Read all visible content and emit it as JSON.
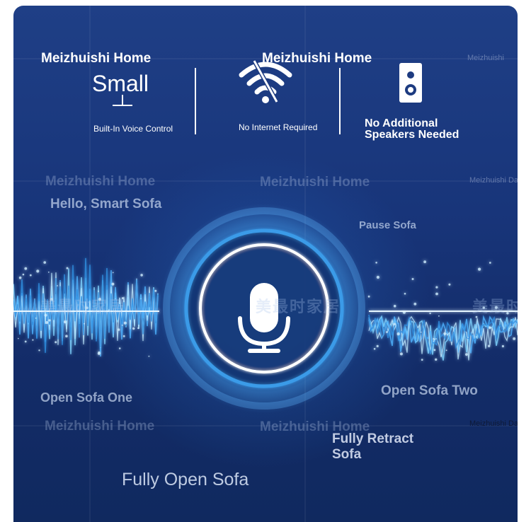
{
  "header": {
    "watermark_left": "Meizhuishi Home",
    "watermark_center": "Meizhuishi Home",
    "watermark_right_small": "Meizhuishi"
  },
  "features": [
    {
      "icon": "voice-stand-icon",
      "title": "Small",
      "caption": "Built-In Voice Control"
    },
    {
      "icon": "no-wifi-icon",
      "caption": "No Internet Required"
    },
    {
      "icon": "speaker-icon",
      "caption_line1": "No Additional",
      "caption_line2": "Speakers Needed"
    }
  ],
  "watermarks": {
    "mid_left": "Meizhuishi Home",
    "mid_center": "Meizhuishi Home",
    "mid_right": "Meizhuishi Day",
    "cn_left": "美最时家居",
    "cn_center": "美最时家居",
    "cn_right": "美最时",
    "low_left": "Meizhuishi Home",
    "low_center": "Meizhuishi Home",
    "low_right": "Meizhuishi Day"
  },
  "commands": {
    "hello": "Hello, Smart Sofa",
    "pause": "Pause Sofa",
    "open_one": "Open Sofa One",
    "open_two": "Open Sofa Two",
    "retract_line1": "Fully Retract",
    "retract_line2": "Sofa",
    "fully_open": "Fully Open Sofa"
  },
  "colors": {
    "background_top": "#1f3f86",
    "background_bottom": "#10295f",
    "glow": "#4fb3ff",
    "ring": "#ffffff"
  },
  "mic_icon": "microphone-icon"
}
